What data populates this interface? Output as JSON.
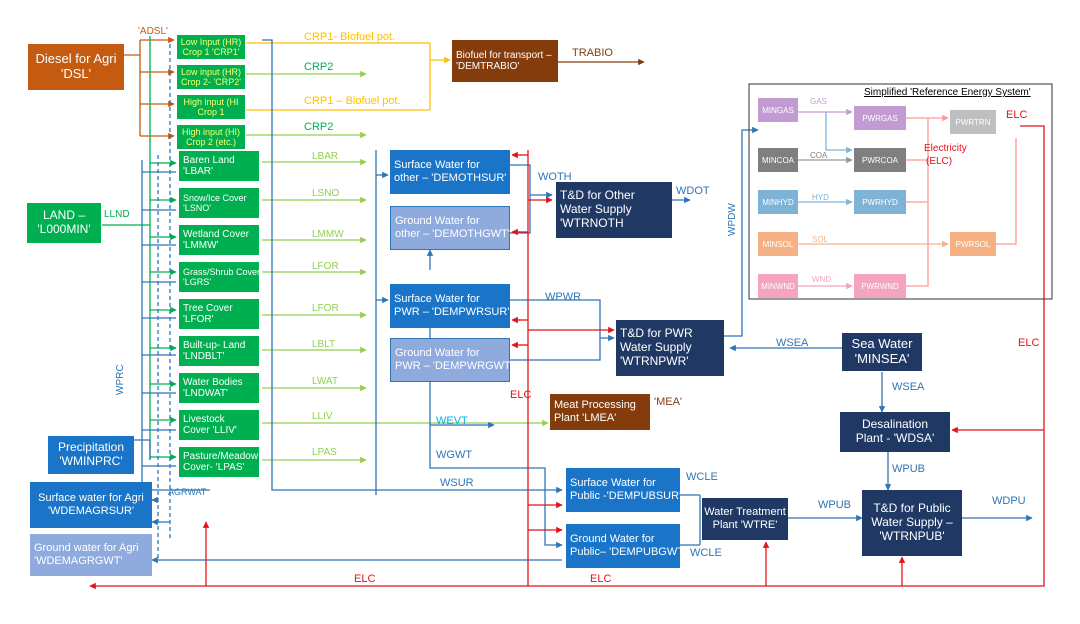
{
  "colors": {
    "green_box": "#00b050",
    "crop_text": "#ffff66",
    "navy_box": "#1f3864",
    "blue_box": "#1a75c8",
    "light_blue_box": "#8faadc",
    "brown_box": "#c55a11",
    "dark_brown_box": "#843c0c",
    "elc_line": "#e3131b",
    "water_line": "#2e75b6",
    "land_line": "#92d050",
    "crop_line": "#ffc000"
  },
  "nodes": {
    "diesel": [
      "Diesel for Agri",
      "'DSL'"
    ],
    "land": [
      "LAND –",
      "'L000MIN'"
    ],
    "precip": [
      "Precipitation",
      "'WMINPRC'"
    ],
    "crop1": [
      "Low Input (HR)",
      "Crop 1 'CRP1'"
    ],
    "crop2": [
      "Low input (HR)",
      "Crop 2- 'CRP2'"
    ],
    "crop3": [
      "High input (HI",
      "Crop 1"
    ],
    "crop4": [
      "High input (HI)",
      "Crop 2 (etc.)"
    ],
    "baren": [
      "Baren Land",
      "'LBAR'"
    ],
    "snow": [
      "Snow/Ice Cover",
      "'LSNO'"
    ],
    "wetland": [
      "Wetland Cover",
      "'LMMW'"
    ],
    "grass": [
      "Grass/Shrub Cover",
      "'LGRS'"
    ],
    "tree": [
      "Tree Cover",
      "'LFOR'"
    ],
    "builtup": [
      "Built-up- Land",
      "'LNDBLT'"
    ],
    "waterbodies": [
      "Water Bodies",
      "'LNDWAT'"
    ],
    "livestock": [
      "Livestock",
      "Cover 'LLIV'"
    ],
    "pasture": [
      "Pasture/Meadow",
      "Cover- 'LPAS'"
    ],
    "sw_other": [
      "Surface Water for",
      "other – 'DEMOTHSUR'"
    ],
    "gw_other": [
      "Ground Water for",
      "other – 'DEMOTHGWT'"
    ],
    "sw_pwr": [
      "Surface Water for",
      "PWR – 'DEMPWRSUR'"
    ],
    "gw_pwr": [
      "Ground Water for",
      "PWR – 'DEMPWRGWT'"
    ],
    "td_other": [
      "T&D for Other",
      "Water Supply",
      "'WTRNOTH"
    ],
    "td_pwr": [
      "T&D for PWR",
      "Water Supply",
      "'WTRNPWR'"
    ],
    "biofuel": [
      "Biofuel for transport –",
      "'DEMTRABIO'"
    ],
    "meat": [
      "Meat Processing",
      "Plant 'LMEA'"
    ],
    "sea": [
      "Sea Water",
      "'MINSEA'"
    ],
    "desal": [
      "Desalination",
      "Plant - 'WDSA'"
    ],
    "sw_agri": [
      "Surface water for Agri",
      "'WDEMAGRSUR'"
    ],
    "gw_agri": [
      "Ground water for Agri",
      "'WDEMAGRGWT'"
    ],
    "sw_pub": [
      "Surface Water for",
      "Public -'DEMPUBSUR'"
    ],
    "gw_pub": [
      "Ground Water for",
      "Public– 'DEMPUBGWT'"
    ],
    "wtre": [
      "Water Treatment",
      "Plant 'WTRE'"
    ],
    "td_pub": [
      "T&D for Public",
      "Water Supply –",
      "'WTRNPUB'"
    ]
  },
  "res": {
    "title": "Simplified 'Reference Energy System'",
    "mingas": "MINGAS",
    "mincoa": "MINCOA",
    "minhyd": "MINHYD",
    "minsol": "MINSOL",
    "minwnd": "MINWND",
    "pwrgas": "PWRGAS",
    "pwrcoa": "PWRCOA",
    "pwrhyd": "PWRHYD",
    "pwrsol": "PWRSOL",
    "pwrwnd": "PWRWND",
    "pwrtrn": "PWRTRN",
    "gas": "GAS",
    "coa": "COA",
    "hyd": "HYD",
    "sol": "SOL",
    "wnd": "WND",
    "elc": "ELC",
    "electricity": "Electricity",
    "elc_paren": "(ELC)"
  },
  "labels": {
    "adsl": "'ADSL'",
    "crp1_bio_a": "CRP1- Biofuel pot.",
    "crp2_a": "CRP2",
    "crp1_bio_b": "CRP1 – Biofuel pot.",
    "crp2_b": "CRP2",
    "trabio": "TRABIO",
    "llnd": "LLND",
    "lbar": "LBAR",
    "lsno": "LSNO",
    "lmmw": "LMMW",
    "lfor_a": "LFOR",
    "lfor_b": "LFOR",
    "lblt": "LBLT",
    "lwat": "LWAT",
    "lliv": "LLIV",
    "lpas": "LPAS",
    "wprc": "WPRC",
    "agrwat": "AGRWAT",
    "woth": "WOTH",
    "wdot": "WDOT",
    "wpwr": "WPWR",
    "wpdw": "WPDW",
    "wsea_a": "WSEA",
    "wsea_b": "WSEA",
    "elc_a": "ELC",
    "elc_b": "ELC",
    "elc_c": "ELC",
    "elc_d": "ELC",
    "mea": "'MEA'",
    "wevt": "WEVT",
    "wgwt": "WGWT",
    "wsur": "WSUR",
    "wcle_a": "WCLE",
    "wcle_b": "WCLE",
    "wpub_a": "WPUB",
    "wpub_b": "WPUB",
    "wdpu": "WDPU"
  }
}
